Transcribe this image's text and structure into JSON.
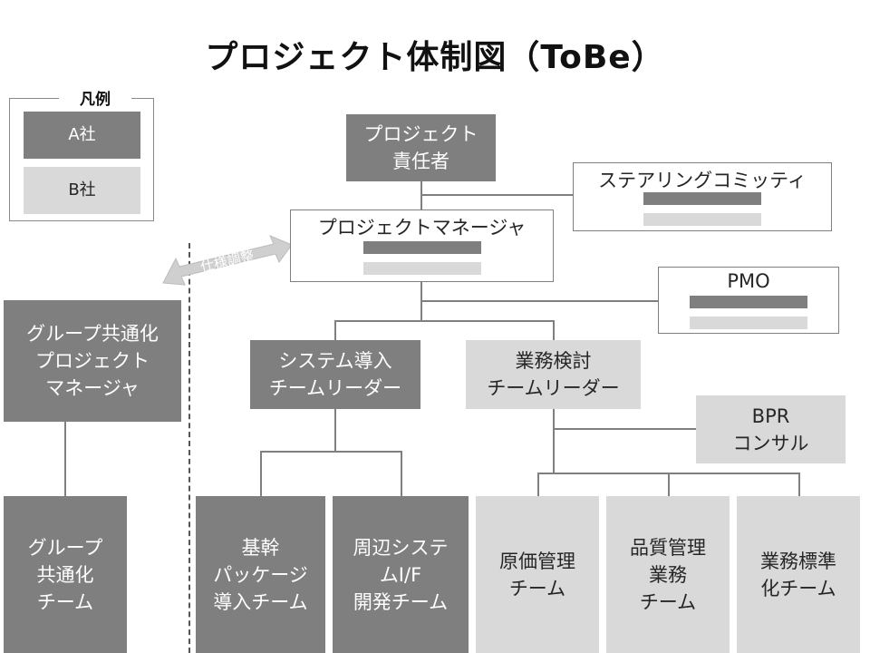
{
  "title": "プロジェクト体制図（ToBe）",
  "legend": {
    "title": "凡例",
    "a_label": "A社",
    "b_label": "B社"
  },
  "colors": {
    "company_a": "#7f7f7f",
    "company_b": "#d9d9d9",
    "line": "#7f7f7f"
  },
  "arrow_label": "仕様調整",
  "nodes": {
    "project_owner": "プロジェクト\n責任者",
    "steering_committee": "ステアリングコミッティ",
    "project_manager": "プロジェクトマネージャ",
    "pmo": "PMO",
    "group_pm": "グループ共通化\nプロジェクト\nマネージャ",
    "system_lead": "システム導入\nチームリーダー",
    "business_lead": "業務検討\nチームリーダー",
    "bpr": "BPR\nコンサル",
    "group_team": "グループ\n共通化\nチーム",
    "package_team": "基幹\nパッケージ\n導入チーム",
    "if_team": "周辺システ\nムI/F\n開発チーム",
    "cost_team": "原価管理\nチーム",
    "quality_team": "品質管理\n業務\nチーム",
    "standard_team": "業務標準\n化チーム"
  }
}
